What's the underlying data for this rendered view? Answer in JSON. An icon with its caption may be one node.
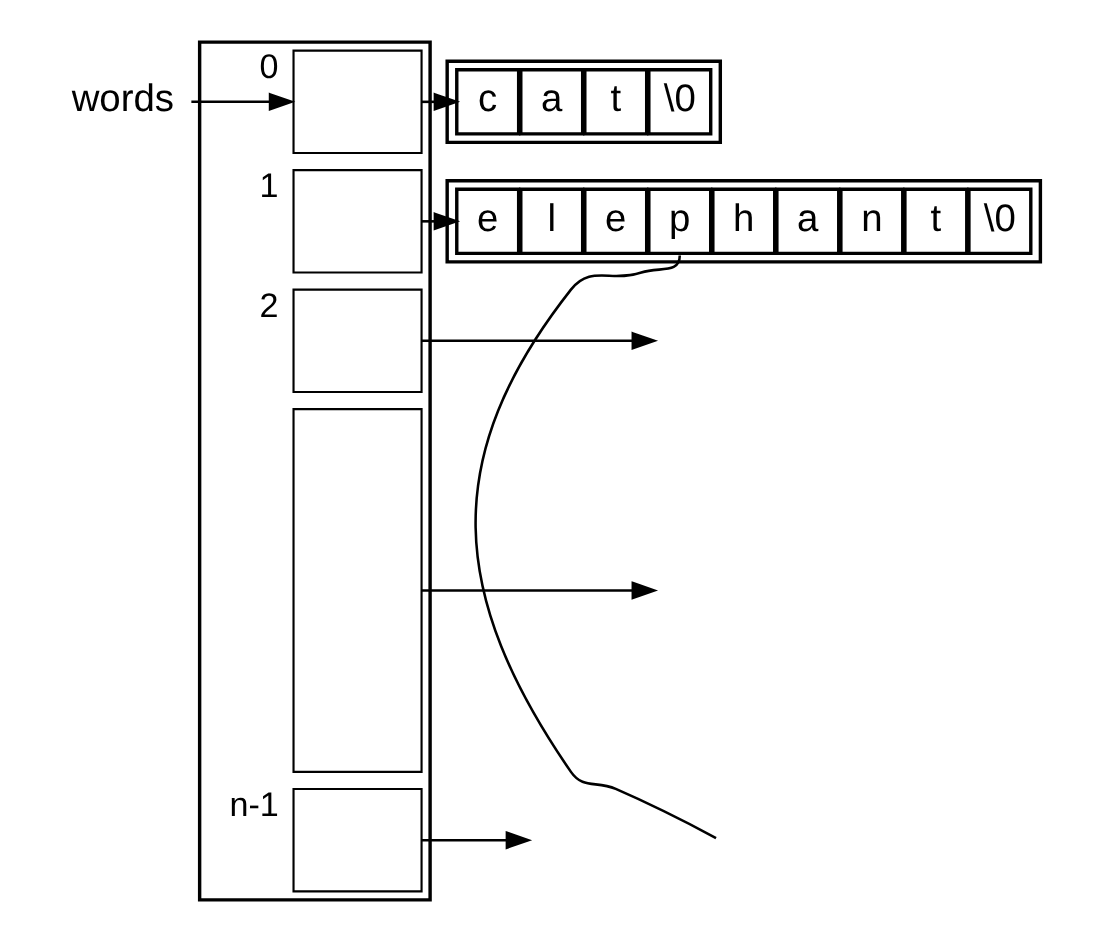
{
  "diagram": {
    "nodes": [
      {
        "text": [
          "words"
        ]
      },
      {
        "text": [],
        "shape": "box"
      },
      {
        "text": [],
        "shape": "box",
        "in": 1,
        "beside": [
          "0"
        ]
      },
      {
        "text": [],
        "shape": "box",
        "in": 1,
        "beside": [
          "1"
        ]
      },
      {
        "text": [],
        "shape": "box",
        "in": 1,
        "beside": [
          "2"
        ]
      },
      {
        "text": [],
        "shape": "box",
        "in": 1
      },
      {
        "text": [],
        "shape": "box",
        "in": 1,
        "beside": [
          "n-1"
        ]
      },
      {
        "text": [],
        "shape": "box"
      },
      {
        "text": [
          "c"
        ],
        "in": 7
      },
      {
        "text": [
          "a"
        ],
        "in": 7
      },
      {
        "text": [
          "t"
        ],
        "in": 7
      },
      {
        "text": [
          "\\0"
        ],
        "in": 7
      },
      {
        "text": [],
        "shape": "box"
      },
      {
        "text": [
          "e"
        ],
        "in": 12
      },
      {
        "text": [
          "l"
        ],
        "in": 12
      },
      {
        "text": [
          "e"
        ],
        "in": 12
      },
      {
        "text": [
          "p"
        ],
        "in": 12
      },
      {
        "text": [
          "h"
        ],
        "in": 12
      },
      {
        "text": [
          "a"
        ],
        "in": 12
      },
      {
        "text": [
          "n"
        ],
        "in": 12
      },
      {
        "text": [
          "t"
        ],
        "in": 12
      },
      {
        "text": [
          "\\0"
        ],
        "in": 12
      }
    ],
    "edges": [
      {
        "from": 0,
        "to": 2,
        "arrow": "to"
      },
      {
        "from": 2,
        "to": 8,
        "arrow": "to"
      },
      {
        "from": 3,
        "to": 13,
        "arrow": "to"
      },
      {
        "from": 4,
        "to": null,
        "arrow": "to"
      },
      {
        "from": 5,
        "to": null,
        "arrow": "to"
      },
      {
        "from": 6,
        "to": null,
        "arrow": "to"
      },
      {
        "from": 16,
        "to": null,
        "arrow": "none"
      }
    ]
  }
}
